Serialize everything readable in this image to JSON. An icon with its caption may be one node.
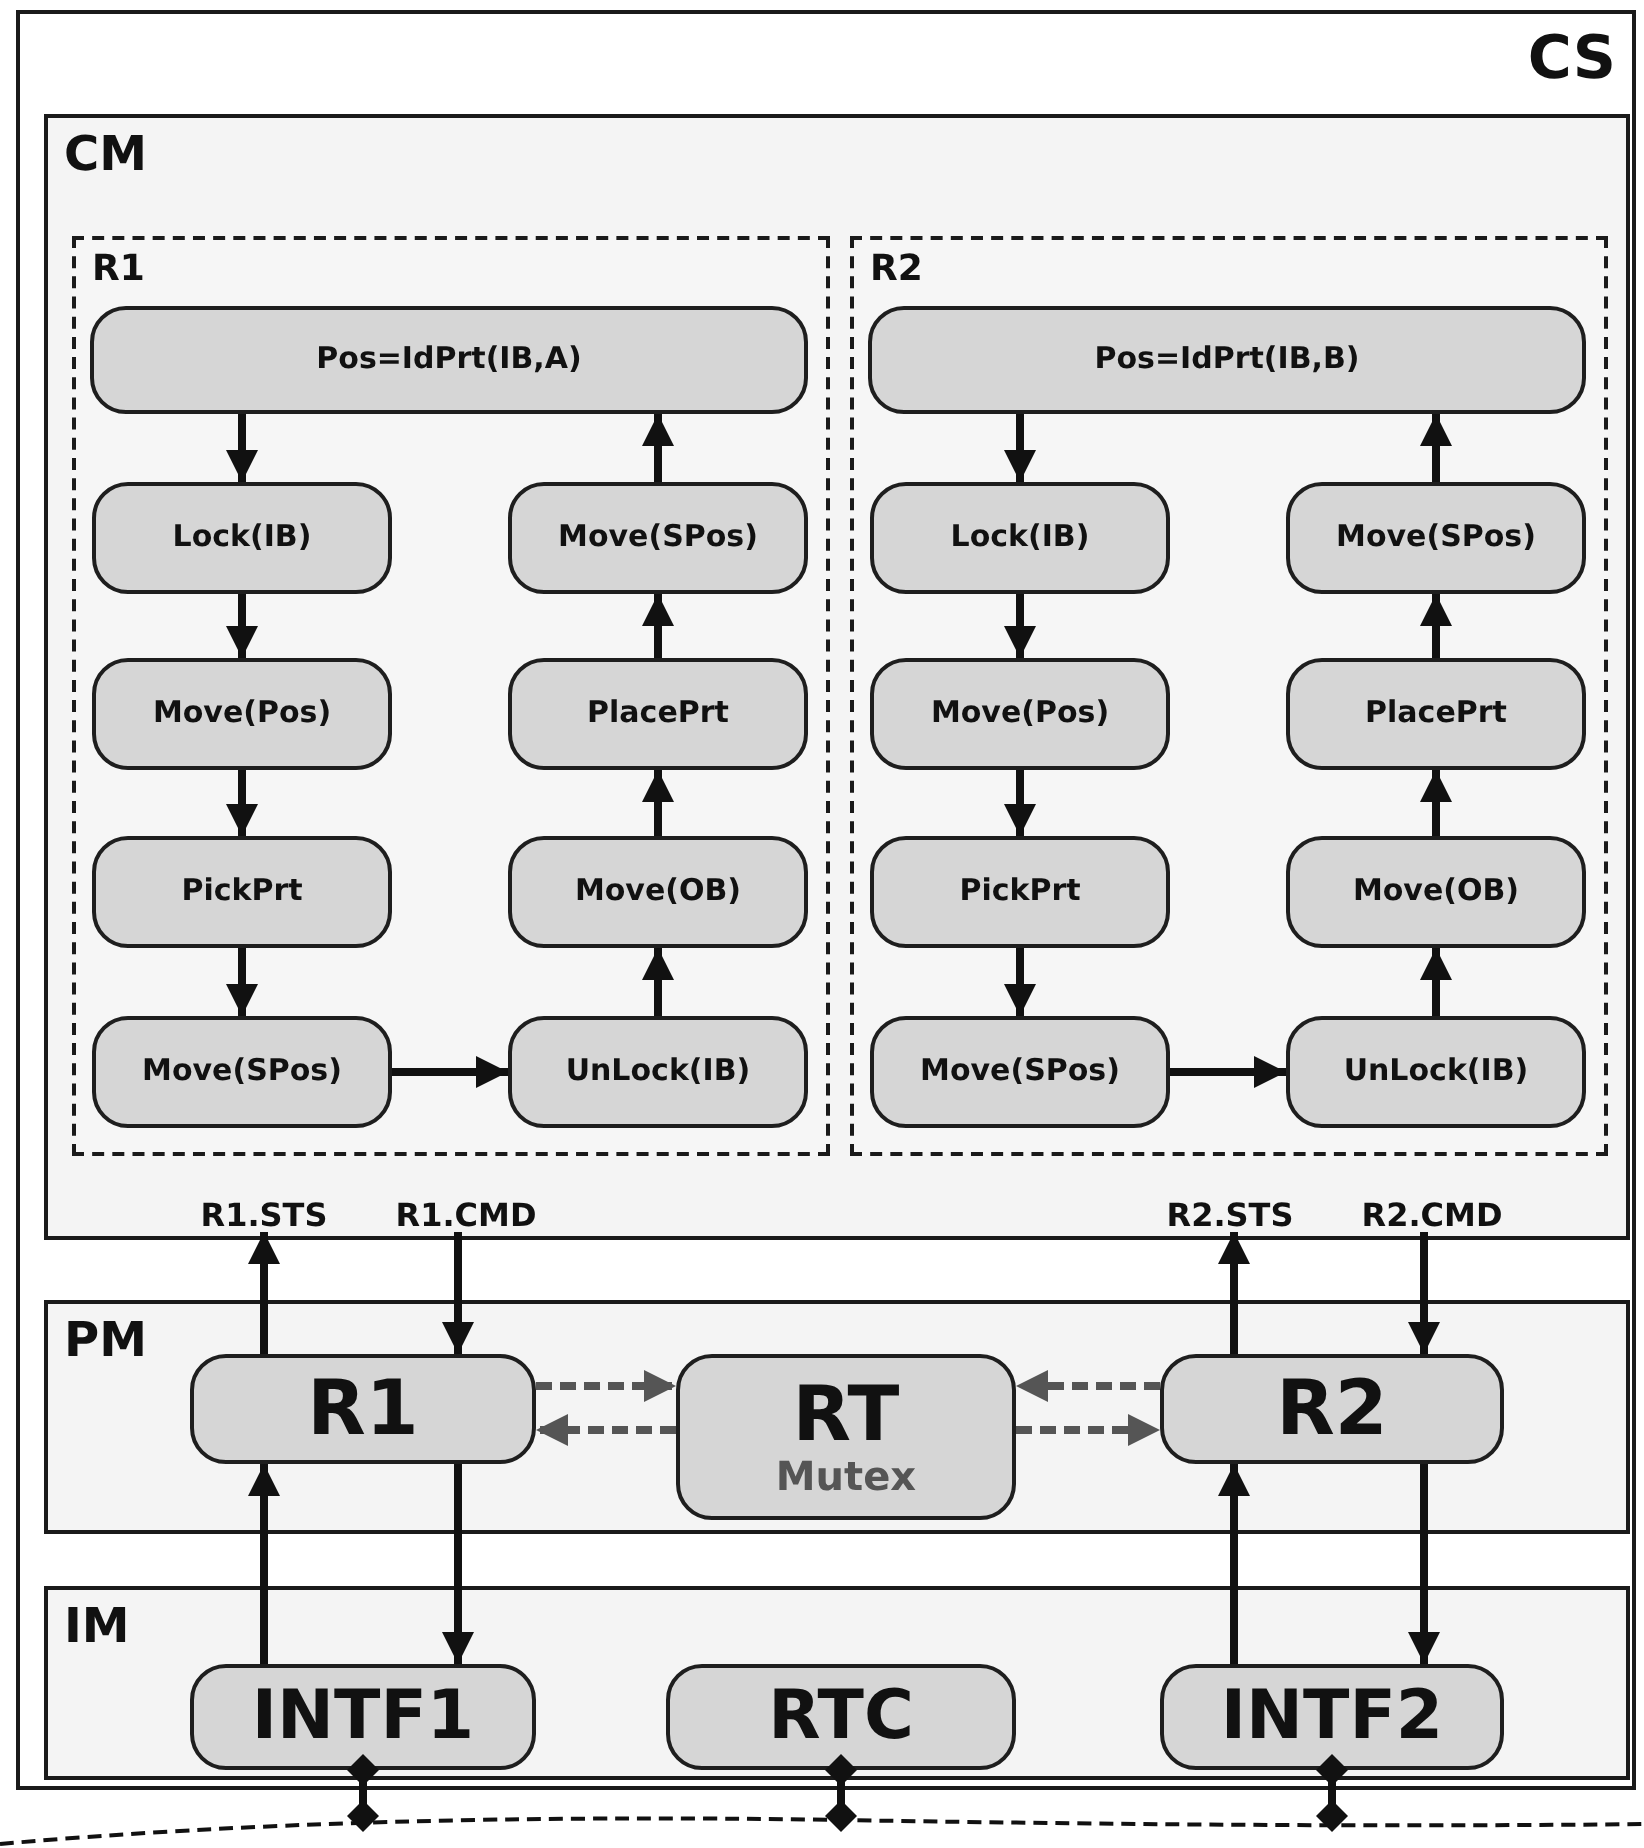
{
  "diagram": {
    "nodes": [
      {
        "text": [
          "CS"
        ]
      },
      {
        "text": [
          "CM"
        ],
        "in": 0
      },
      {
        "text": [
          "R1"
        ],
        "in": 1
      },
      {
        "text": [
          "Pos=IdPrt(IB,A)"
        ],
        "in": 2
      },
      {
        "text": [
          "Lock(IB)"
        ],
        "in": 2
      },
      {
        "text": [
          "Move(Pos)"
        ],
        "in": 2
      },
      {
        "text": [
          "PickPrt"
        ],
        "in": 2
      },
      {
        "text": [
          "Move(SPos)"
        ],
        "in": 2
      },
      {
        "text": [
          "Move(SPos)"
        ],
        "in": 2
      },
      {
        "text": [
          "PlacePrt"
        ],
        "in": 2
      },
      {
        "text": [
          "Move(OB)"
        ],
        "in": 2
      },
      {
        "text": [
          "UnLock(IB)"
        ],
        "in": 2
      },
      {
        "text": [
          "R2"
        ],
        "in": 1
      },
      {
        "text": [
          "Pos=IdPrt(IB,B)"
        ],
        "in": 12
      },
      {
        "text": [
          "Lock(IB)"
        ],
        "in": 12
      },
      {
        "text": [
          "Move(Pos)"
        ],
        "in": 12
      },
      {
        "text": [
          "PickPrt"
        ],
        "in": 12
      },
      {
        "text": [
          "Move(SPos)"
        ],
        "in": 12
      },
      {
        "text": [
          "Move(SPos)"
        ],
        "in": 12
      },
      {
        "text": [
          "PlacePrt"
        ],
        "in": 12
      },
      {
        "text": [
          "Move(OB)"
        ],
        "in": 12
      },
      {
        "text": [
          "UnLock(IB)"
        ],
        "in": 12
      },
      {
        "text": [
          "R1.STS"
        ],
        "in": 1
      },
      {
        "text": [
          "R1.CMD"
        ],
        "in": 1
      },
      {
        "text": [
          "R2.STS"
        ],
        "in": 1
      },
      {
        "text": [
          "R2.CMD"
        ],
        "in": 1
      },
      {
        "text": [
          "PM"
        ],
        "in": 0
      },
      {
        "text": [
          "R1"
        ],
        "in": 26
      },
      {
        "text": [
          "RT",
          "Mutex"
        ],
        "in": 26
      },
      {
        "text": [
          "R2"
        ],
        "in": 26
      },
      {
        "text": [
          "IM"
        ],
        "in": 0
      },
      {
        "text": [
          "INTF1"
        ],
        "in": 30
      },
      {
        "text": [
          "RTC"
        ],
        "in": 30
      },
      {
        "text": [
          "INTF2"
        ],
        "in": 30
      },
      {
        "text": [],
        "shape": "bar"
      }
    ],
    "edges": [
      {
        "from": 3,
        "to": 4,
        "arrow": "to"
      },
      {
        "from": 4,
        "to": 5,
        "arrow": "to"
      },
      {
        "from": 5,
        "to": 6,
        "arrow": "to"
      },
      {
        "from": 6,
        "to": 7,
        "arrow": "to"
      },
      {
        "from": 7,
        "to": 11,
        "arrow": "to"
      },
      {
        "from": 11,
        "to": 10,
        "arrow": "to"
      },
      {
        "from": 10,
        "to": 9,
        "arrow": "to"
      },
      {
        "from": 9,
        "to": 8,
        "arrow": "to"
      },
      {
        "from": 8,
        "to": 3,
        "arrow": "to"
      },
      {
        "from": 13,
        "to": 14,
        "arrow": "to"
      },
      {
        "from": 14,
        "to": 15,
        "arrow": "to"
      },
      {
        "from": 15,
        "to": 16,
        "arrow": "to"
      },
      {
        "from": 16,
        "to": 17,
        "arrow": "to"
      },
      {
        "from": 17,
        "to": 21,
        "arrow": "to"
      },
      {
        "from": 21,
        "to": 20,
        "arrow": "to"
      },
      {
        "from": 20,
        "to": 19,
        "arrow": "to"
      },
      {
        "from": 19,
        "to": 18,
        "arrow": "to"
      },
      {
        "from": 18,
        "to": 13,
        "arrow": "to"
      },
      {
        "from": 27,
        "to": 22,
        "arrow": "to"
      },
      {
        "from": 23,
        "to": 27,
        "arrow": "to"
      },
      {
        "from": 29,
        "to": 24,
        "arrow": "to"
      },
      {
        "from": 25,
        "to": 29,
        "arrow": "to"
      },
      {
        "from": 31,
        "to": 27,
        "arrow": "to"
      },
      {
        "from": 27,
        "to": 31,
        "arrow": "to"
      },
      {
        "from": 33,
        "to": 29,
        "arrow": "to"
      },
      {
        "from": 29,
        "to": 33,
        "arrow": "to"
      },
      {
        "from": 27,
        "to": 28,
        "arrow": "to",
        "style": "dashed",
        "color": "#555555"
      },
      {
        "from": 28,
        "to": 27,
        "arrow": "to",
        "style": "dashed",
        "color": "#555555"
      },
      {
        "from": 29,
        "to": 28,
        "arrow": "to",
        "style": "dashed",
        "color": "#555555"
      },
      {
        "from": 28,
        "to": 29,
        "arrow": "to",
        "style": "dashed",
        "color": "#555555"
      },
      {
        "from": 31,
        "to": 34,
        "arrow": "other"
      },
      {
        "from": 32,
        "to": 34,
        "arrow": "other"
      },
      {
        "from": 33,
        "to": 34,
        "arrow": "other"
      }
    ]
  }
}
